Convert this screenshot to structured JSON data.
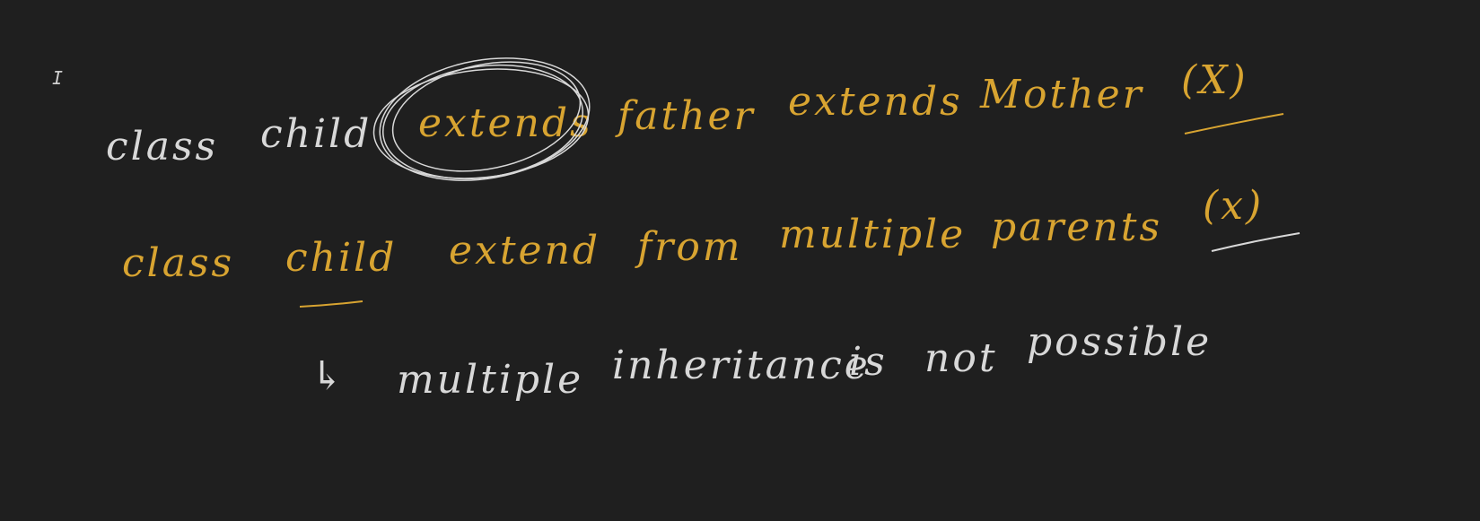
{
  "colors": {
    "background": "#1f1f1f",
    "ink_white": "#d8d8d8",
    "ink_gold": "#d8a431"
  },
  "cursor": {
    "icon": "text-cursor-icon"
  },
  "line1": {
    "w1": "class",
    "w2": "child",
    "w3": "extends",
    "w4": "father",
    "w5": "extends",
    "w6": "Mother",
    "mark": "(X)"
  },
  "line2": {
    "w1": "class",
    "w2": "child",
    "w3": "extend",
    "w4": "from",
    "w5": "multiple",
    "w6": "parents",
    "mark": "(x)"
  },
  "line3": {
    "arrow": "↳",
    "w1": "multiple",
    "w2": "inheritance",
    "w3": "is",
    "w4": "not",
    "w5": "possible"
  }
}
